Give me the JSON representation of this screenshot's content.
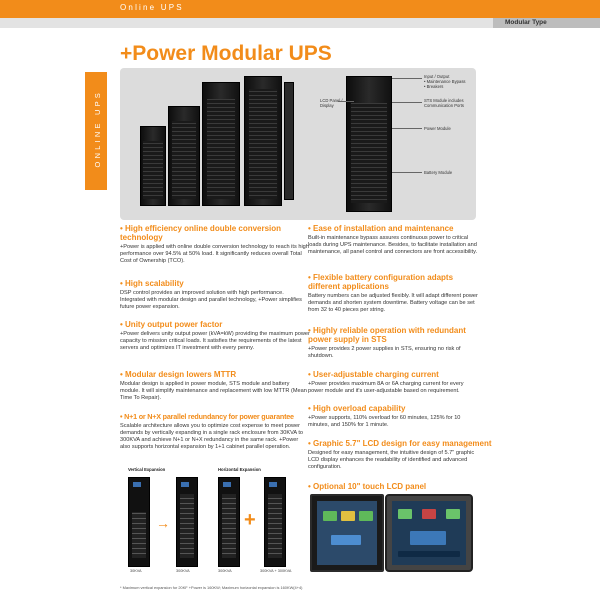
{
  "header": {
    "section_title": "Online UPS",
    "type_tab": "Modular Type",
    "side_tab": "ONLINE UPS"
  },
  "page_title": "+Power Modular UPS",
  "hero": {
    "callouts": [
      "LCD Panel / Display",
      "Input / Output\n• Maintenance Bypass\n• Breakers",
      "STS Module includes\nCommunication Ports",
      "Power Module",
      "Battery Module"
    ]
  },
  "left_sections": [
    {
      "heading": "• High efficiency online double conversion technology",
      "body": "+Power is applied with online double conversion technology to reach its high performance over 94.5% at 50% load. It significantly reduces overall Total Cost of Ownership (TCO)."
    },
    {
      "heading": "• High scalability",
      "body": "DSP control provides an improved solution with high performance. Integrated with modular design and parallel technology, +Power simplifies future power expansion."
    },
    {
      "heading": "• Unity output power factor",
      "body": "+Power delivers unity output power (kVA=kW) providing the maximum power capacity to mission critical loads. It satisfies the requirements of the latest servers and optimizes IT investment with every penny."
    },
    {
      "heading": "• Modular design lowers MTTR",
      "body": "Modular design is applied in power module, STS module and battery module. It will simplify maintenance and replacement with low MTTR (Mean Time To Repair)."
    },
    {
      "heading": "• N+1 or N+X parallel redundancy for power guarantee",
      "body": "Scalable architecture allows you to optimize cost expense to meet power demands by vertically expanding in a single rack enclosure from 30KVA to 300KVA and achieve N+1 or N+X redundancy in the same rack. +Power also supports horizontal expansion by 1+1 cabinet parallel operation."
    }
  ],
  "right_sections": [
    {
      "heading": "• Ease of installation and maintenance",
      "body": "Built-in maintenance bypass assures continuous power to critical loads during UPS maintenance. Besides, to facilitate installation and maintenance, all panel control and connectors are front accessibility."
    },
    {
      "heading": "• Flexible battery configuration adapts different applications",
      "body": "Battery numbers can be adjusted flexibly. It will adapt different power demands and shorten system downtime. Battery voltage can be set from 32 to 40 pieces per string."
    },
    {
      "heading": "• Highly reliable operation with redundant power supply in STS",
      "body": "+Power provides 2 power supplies in STS, ensuring no risk of shutdown."
    },
    {
      "heading": "• User-adjustable charging current",
      "body": "+Power provides maximum 8A or 6A charging current for every power module and it's user-adjustable based on requirement."
    },
    {
      "heading": "• High overload capability",
      "body": "+Power supports, 110% overload for 60 minutes, 125% for 10 minutes, and 150% for 1 minute."
    },
    {
      "heading": "• Graphic 5.7\" LCD design for easy management",
      "body": "Designed for easy management, the intuitive design of 5.7\" graphic LCD display enhances the readability of identified and advanced configuration."
    },
    {
      "heading": "• Optional 10\" touch LCD panel",
      "body": ""
    }
  ],
  "diagram": {
    "vertical_label": "Vertical Expansion",
    "horizontal_label": "Horizontal Expansion",
    "captions": [
      "30KVA",
      "300KVA",
      "300KVA",
      "300KVA + 300KVA"
    ]
  },
  "footnote": "* Maximum vertical expansion for 20KF +Power is 160KW;  Maximum horizontal expansion is 160KW(4+4)",
  "colors": {
    "accent": "#f28c1a",
    "band": "#e3e3e3",
    "tab": "#bdbdbd"
  }
}
